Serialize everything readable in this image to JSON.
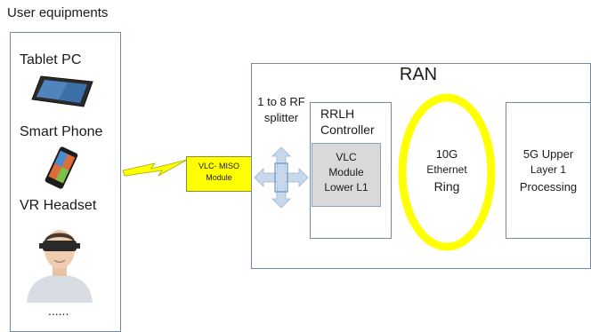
{
  "user_equipment": {
    "title": "User equipments",
    "devices": [
      {
        "label": "Tablet PC",
        "icon": "tablet-icon"
      },
      {
        "label": "Smart Phone",
        "icon": "smartphone-icon"
      },
      {
        "label": "VR  Headset",
        "icon": "vr-headset-person-icon"
      }
    ],
    "more": "......"
  },
  "vlc_miso": {
    "line1": "VLC- MISO",
    "line2": "Module"
  },
  "splitter": {
    "line1": "1 to 8 RF",
    "line2": "splitter"
  },
  "ran": {
    "title": "RAN",
    "rrlh": {
      "line1": "RRLH",
      "line2": "Controller"
    },
    "vlc_module": {
      "line1": "VLC",
      "line2": "Module",
      "line3": "Lower L1"
    },
    "ring": {
      "line1": "10G",
      "line2": "Ethernet",
      "line3": "Ring"
    },
    "upper": {
      "line1": "5G Upper",
      "line2": "Layer 1",
      "line3": "Processing"
    }
  },
  "colors": {
    "box_border": "#6f8aa6",
    "module_fill": "#ffff00",
    "ring": "#ffff00",
    "arrow_fill": "#c9d9ec",
    "vlc_fill": "#d9d9d9"
  }
}
